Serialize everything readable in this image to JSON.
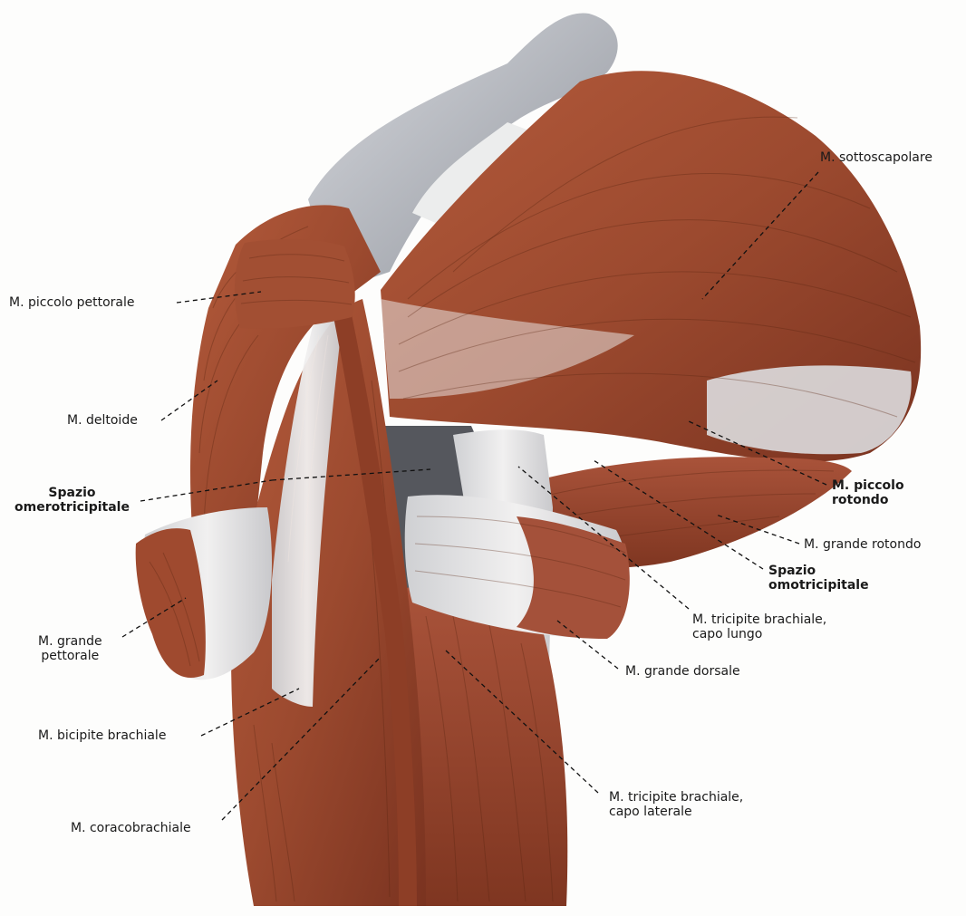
{
  "labels": {
    "sottoscapolare": "M. sottoscapolare",
    "piccolo_pettorale": "M. piccolo pettorale",
    "deltoide": "M. deltoide",
    "spazio_omerotricipitale": "Spazio\nomerotricipitale",
    "piccolo_rotondo": "M. piccolo\nrotondo",
    "grande_rotondo": "M. grande rotondo",
    "spazio_omotricipitale": "Spazio\nomotricipitale",
    "tricipite_capo_lungo": "M. tricipite brachiale,\ncapo lungo",
    "grande_pettorale": "M. grande\npettorale",
    "grande_dorsale": "M. grande dorsale",
    "bicipite_brachiale": "M. bicipite brachiale",
    "coracobrachiale": "M. coracobrachiale",
    "tricipite_capo_laterale": "M. tricipite brachiale,\ncapo laterale"
  },
  "colors": {
    "muscle": "#9c4a2f",
    "muscle_dark": "#7a3320",
    "tendon": "#e4e2e3",
    "bone": "#b9bcc4",
    "shadow": "#5f6168"
  }
}
